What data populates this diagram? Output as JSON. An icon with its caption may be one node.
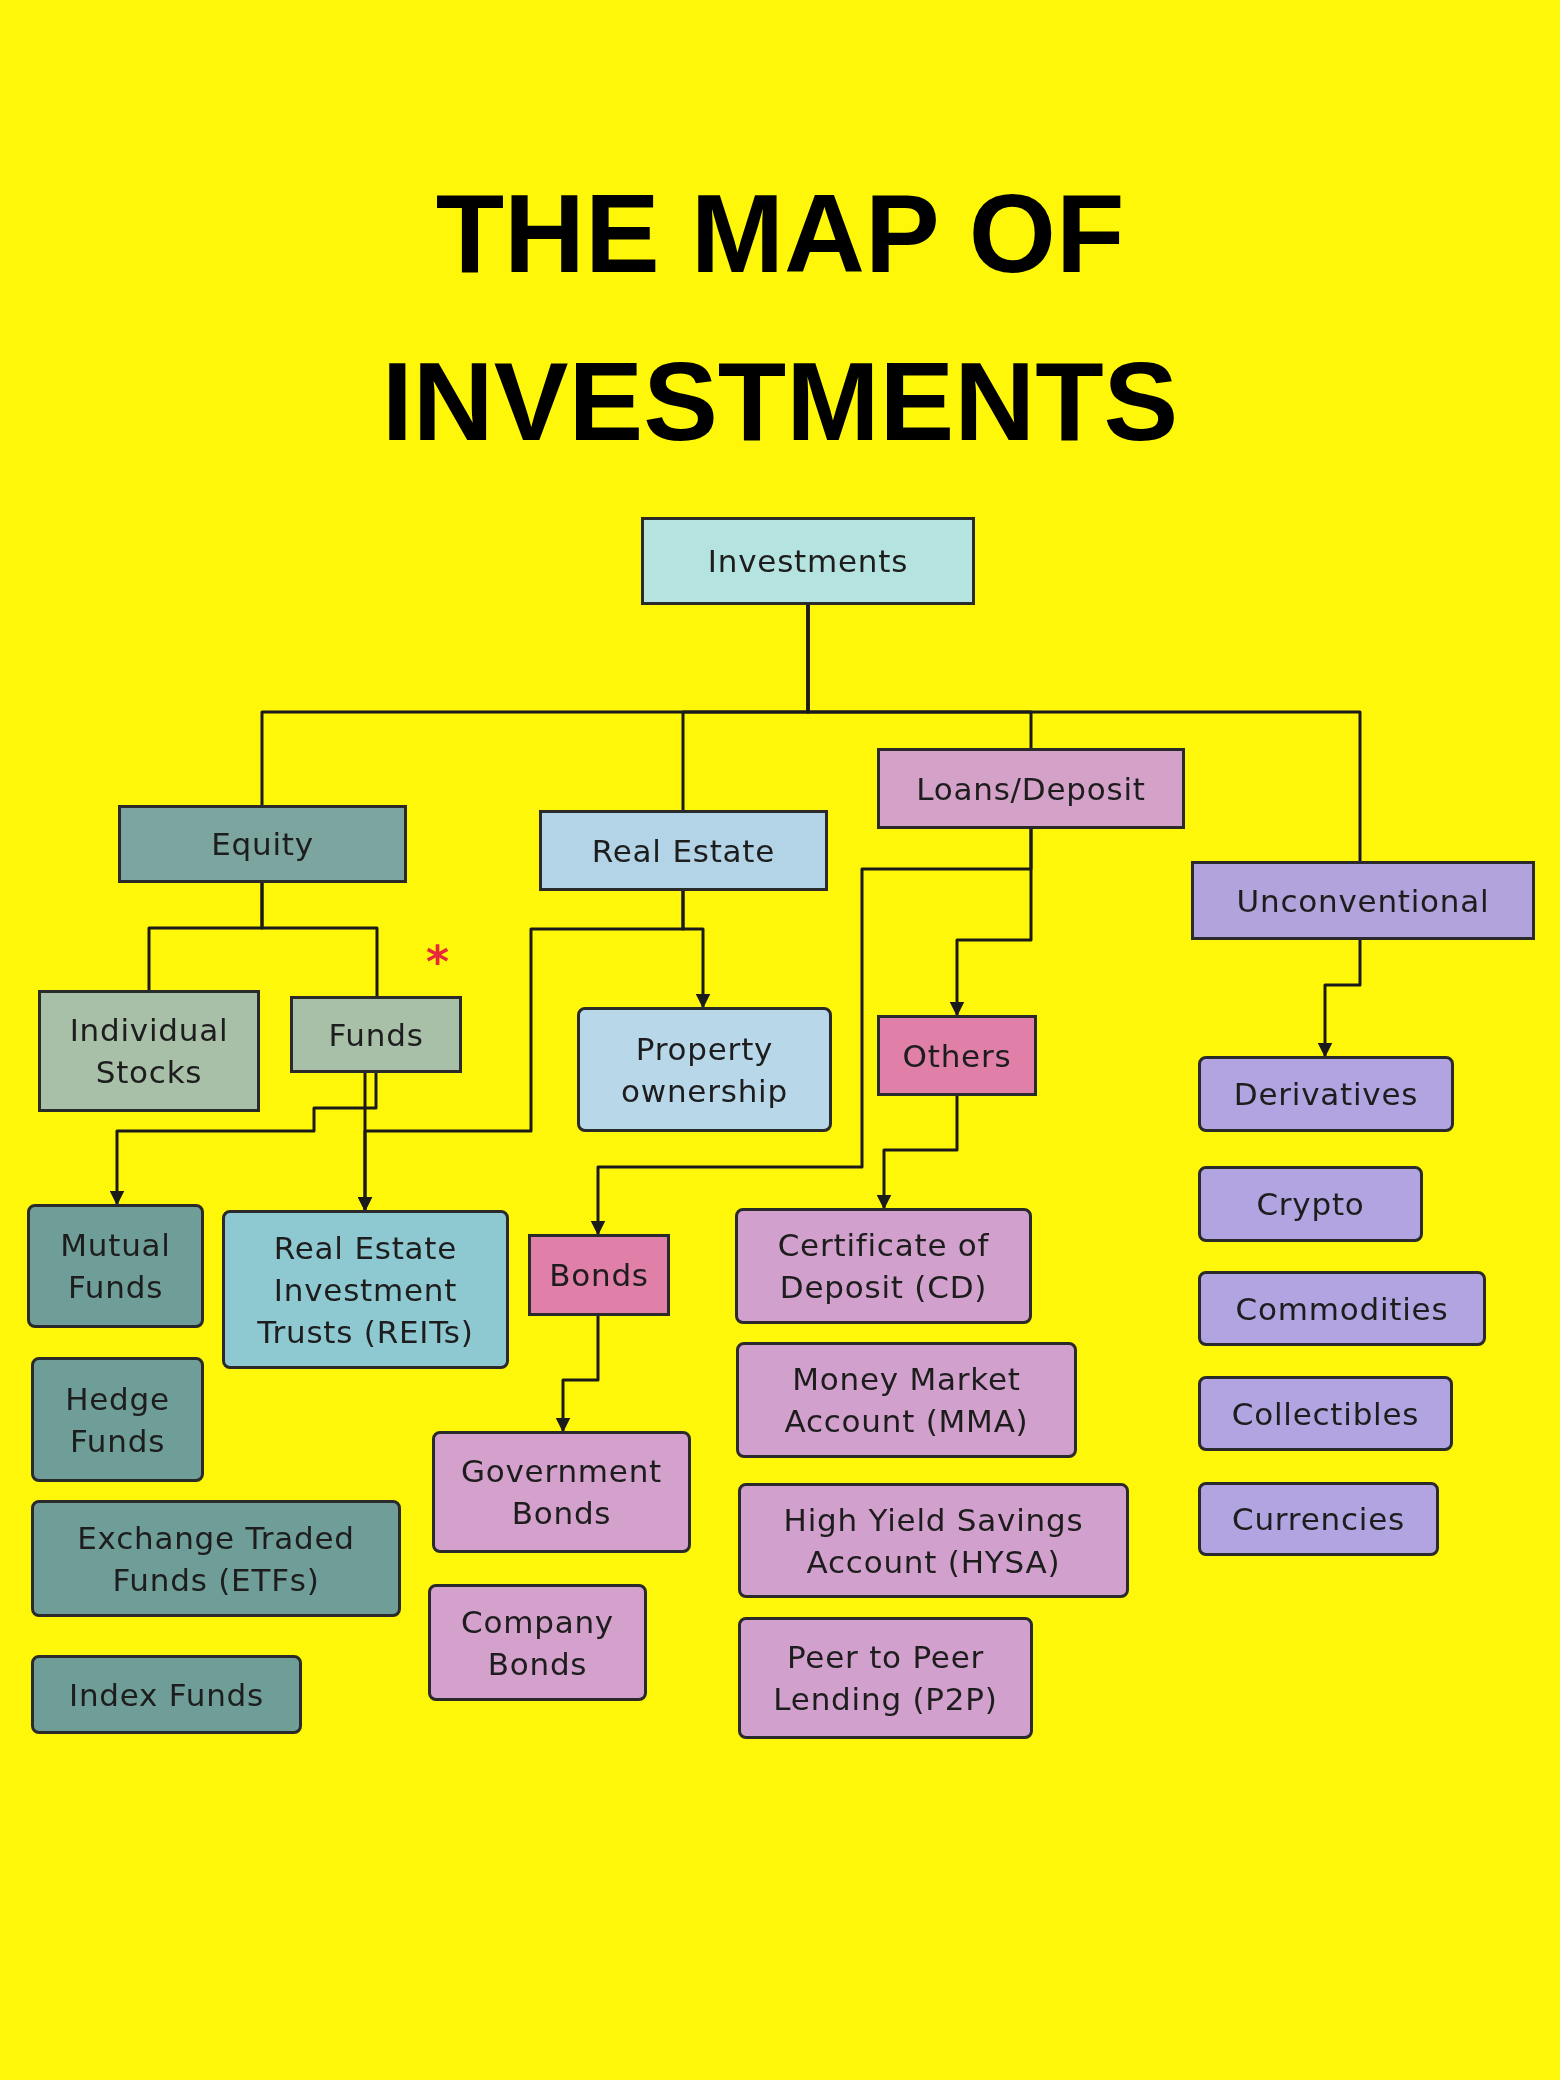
{
  "diagram": {
    "title": "THE MAP OF INVESTMENTS",
    "nodes": [
      {
        "text": [
          "Investments"
        ]
      },
      {
        "text": [
          "Equity"
        ]
      },
      {
        "text": [
          "Real Estate"
        ]
      },
      {
        "text": [
          "Loans/Deposit"
        ]
      },
      {
        "text": [
          "Unconventional"
        ]
      },
      {
        "text": [
          "Individual Stocks"
        ]
      },
      {
        "text": [
          "Funds"
        ]
      },
      {
        "text": [
          "Property ownership"
        ]
      },
      {
        "text": [
          "Others"
        ]
      },
      {
        "text": [
          "Derivatives"
        ]
      },
      {
        "text": [
          "Mutual Funds"
        ]
      },
      {
        "text": [
          "Real Estate Investment Trusts (REITs)"
        ]
      },
      {
        "text": [
          "Bonds"
        ]
      },
      {
        "text": [
          "Certificate of Deposit (CD)"
        ]
      },
      {
        "text": [
          "Crypto"
        ]
      },
      {
        "text": [
          "Hedge Funds"
        ]
      },
      {
        "text": [
          "Money Market Account (MMA)"
        ]
      },
      {
        "text": [
          "Commodities"
        ]
      },
      {
        "text": [
          "Exchange Traded Funds (ETFs)"
        ]
      },
      {
        "text": [
          "Government Bonds"
        ]
      },
      {
        "text": [
          "High Yield Savings Account (HYSA)"
        ]
      },
      {
        "text": [
          "Collectibles"
        ]
      },
      {
        "text": [
          "Company Bonds"
        ]
      },
      {
        "text": [
          "Currencies"
        ]
      },
      {
        "text": [
          "Peer to Peer Lending (P2P)"
        ]
      },
      {
        "text": [
          "Index Funds"
        ]
      }
    ],
    "edges": [
      {
        "from": 0,
        "to": 1,
        "arrow": "none"
      },
      {
        "from": 0,
        "to": 2,
        "arrow": "none"
      },
      {
        "from": 0,
        "to": 3,
        "arrow": "none"
      },
      {
        "from": 0,
        "to": 4,
        "arrow": "none"
      },
      {
        "from": 1,
        "to": 5,
        "arrow": "none"
      },
      {
        "from": 1,
        "to": 6,
        "arrow": "none"
      },
      {
        "from": 6,
        "to": 10,
        "arrow": "to"
      },
      {
        "from": 6,
        "to": 11,
        "arrow": "to"
      },
      {
        "from": 2,
        "to": 11,
        "arrow": "to"
      },
      {
        "from": 2,
        "to": 7,
        "arrow": "to"
      },
      {
        "from": 3,
        "to": 12,
        "arrow": "to"
      },
      {
        "from": 3,
        "to": 8,
        "arrow": "to"
      },
      {
        "from": 8,
        "to": 13,
        "arrow": "to"
      },
      {
        "from": 4,
        "to": 9,
        "arrow": "to"
      },
      {
        "from": 12,
        "to": 19,
        "arrow": "to"
      }
    ],
    "labels": [
      "*"
    ]
  }
}
